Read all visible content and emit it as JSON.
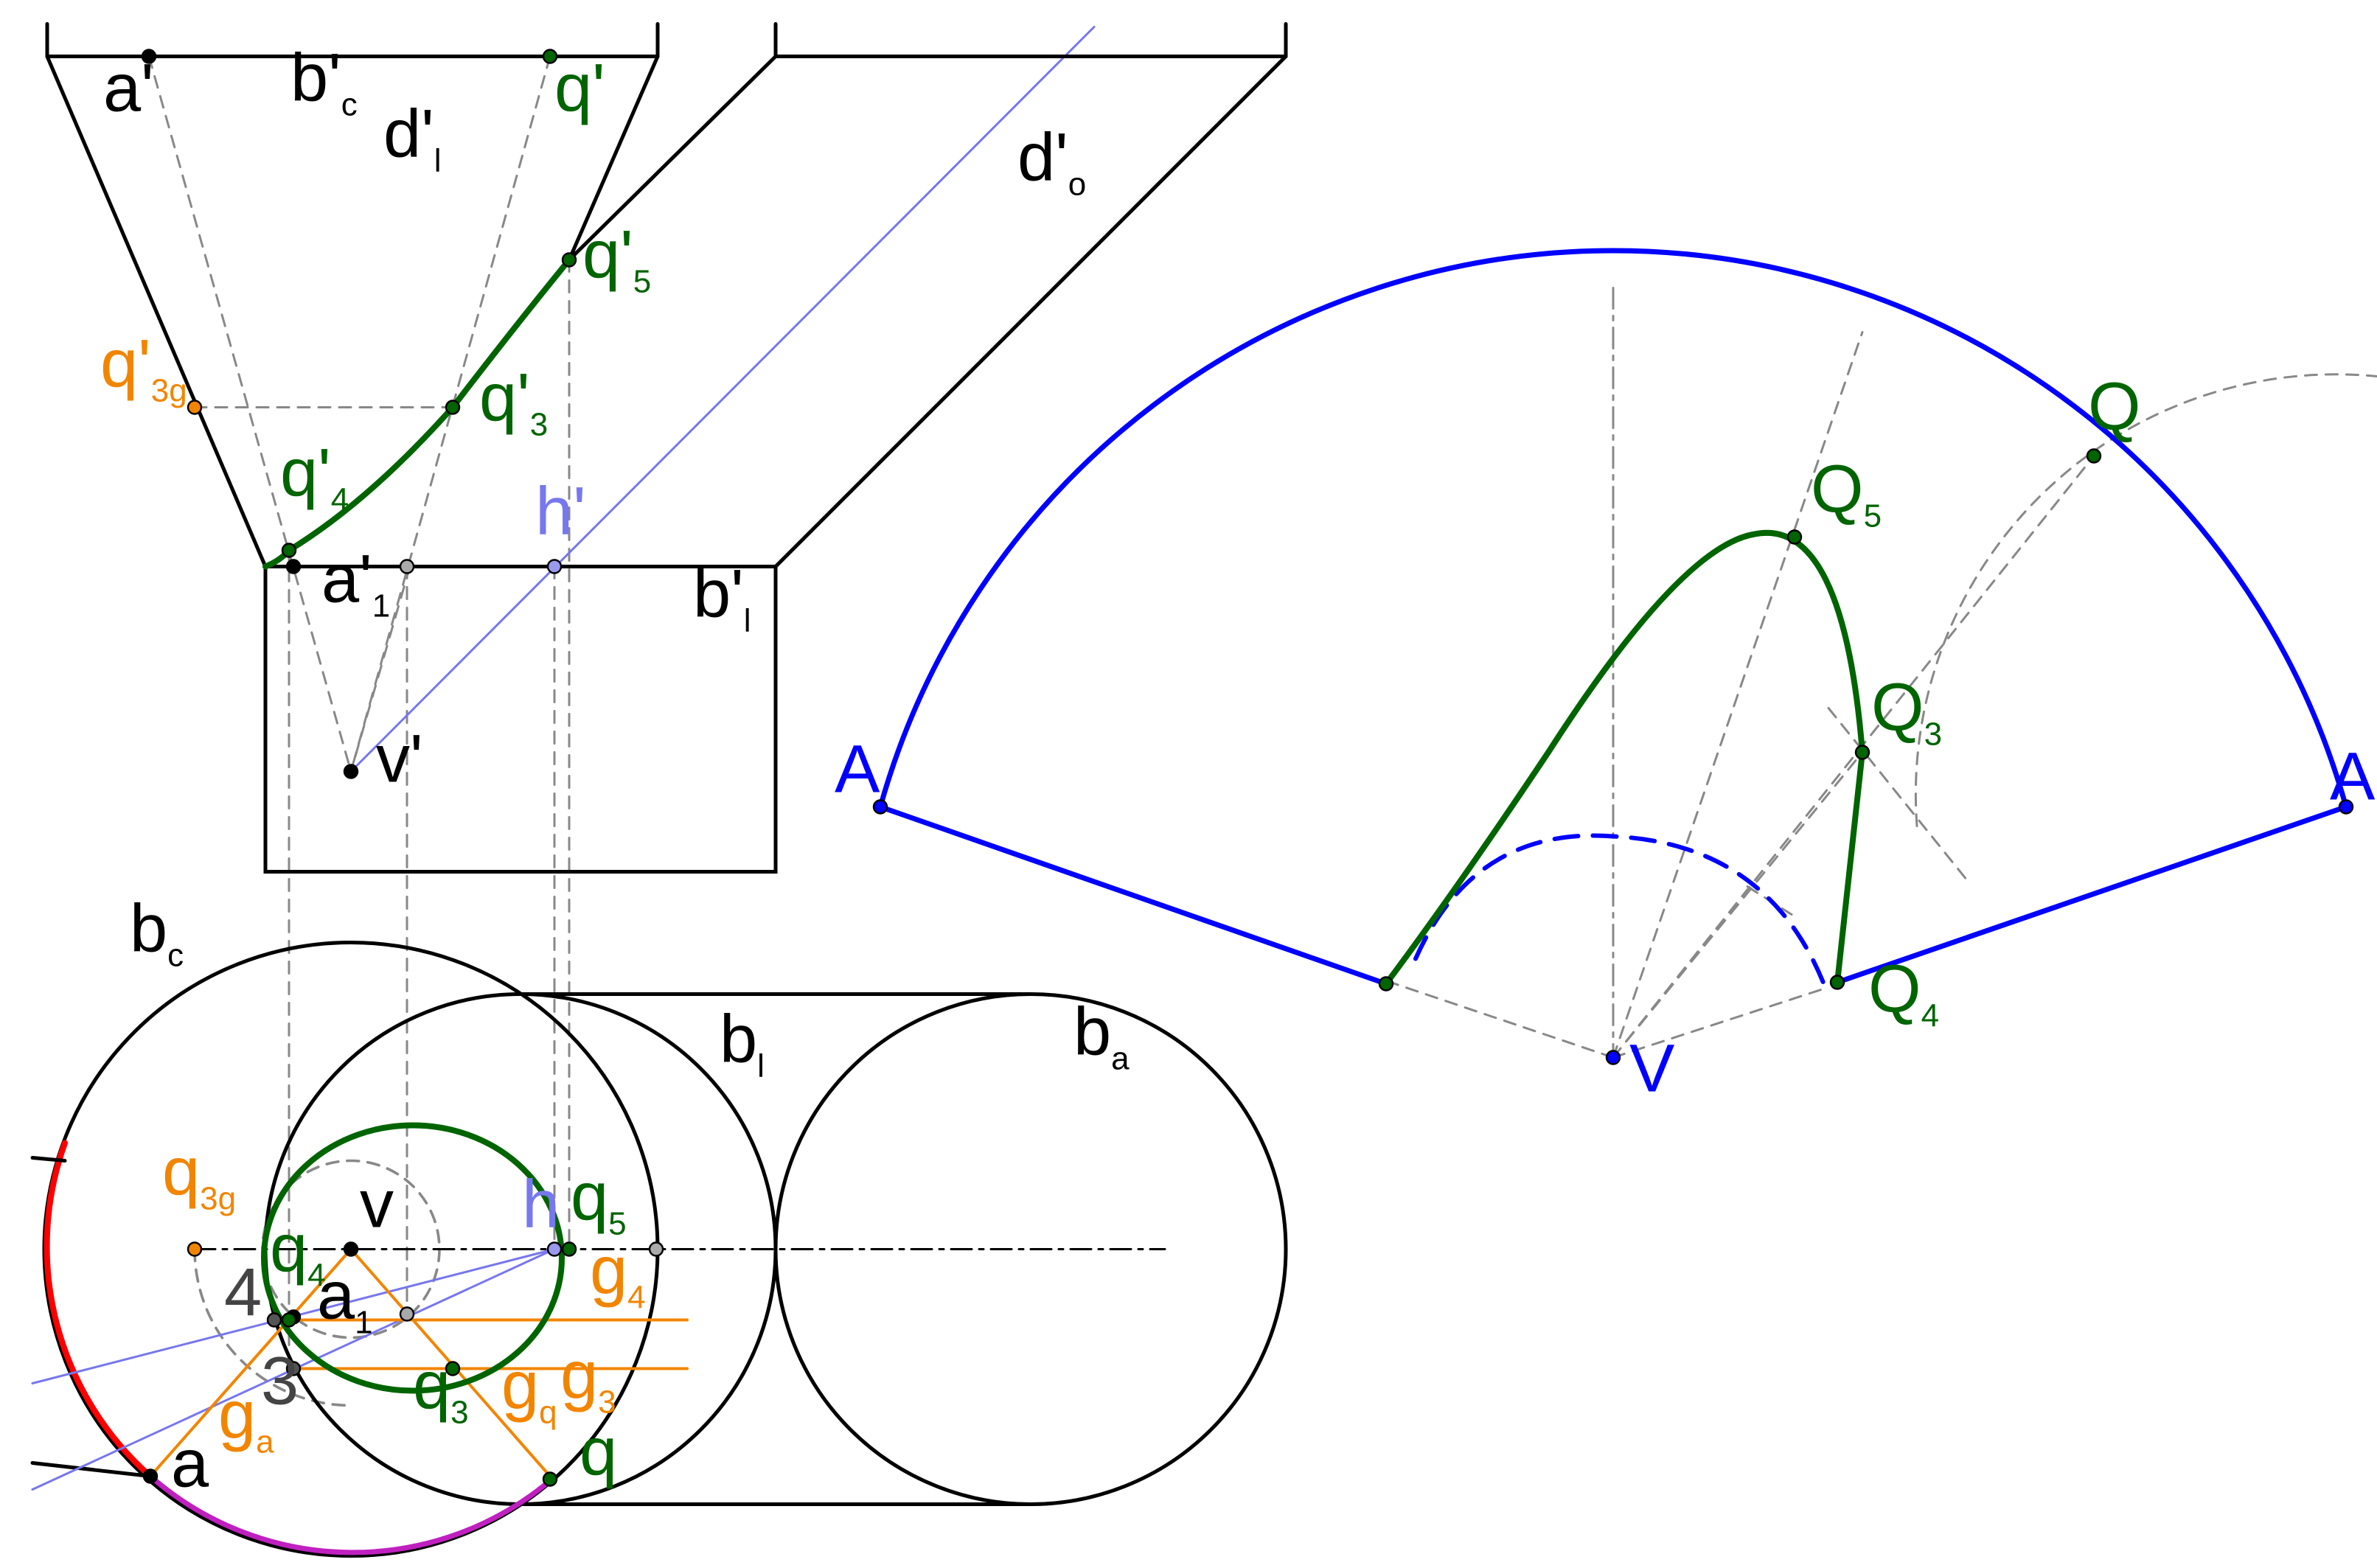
{
  "colors": {
    "black": "#000000",
    "green": "#006400",
    "orange": "#f28500",
    "blue": "#0000ff",
    "light_blue": "#7777ee",
    "red": "#ff0000",
    "magenta": "#c020c0",
    "gray": "#888888",
    "dark_gray": "#444444"
  },
  "labels": {
    "a_p": {
      "base": "a'",
      "sub": ""
    },
    "bc_p": {
      "base": "b'",
      "sub": "c"
    },
    "dl_p": {
      "base": "d'",
      "sub": "l"
    },
    "q_p": {
      "base": "q'",
      "sub": ""
    },
    "do_p": {
      "base": "d'",
      "sub": "o"
    },
    "q5_p": {
      "base": "q'",
      "sub": "5"
    },
    "q3g_p": {
      "base": "q'",
      "sub": "3g"
    },
    "q3_p": {
      "base": "q'",
      "sub": "3"
    },
    "q4_p": {
      "base": "q'",
      "sub": "4"
    },
    "h_p": {
      "base": "h'",
      "sub": ""
    },
    "a1_p": {
      "base": "a'",
      "sub": "1"
    },
    "bl_p": {
      "base": "b'",
      "sub": "l"
    },
    "v_p": {
      "base": "v'",
      "sub": ""
    },
    "bc": {
      "base": "b",
      "sub": "c"
    },
    "bl": {
      "base": "b",
      "sub": "l"
    },
    "ba": {
      "base": "b",
      "sub": "a"
    },
    "q3g": {
      "base": "q",
      "sub": "3g"
    },
    "v": {
      "base": "v",
      "sub": ""
    },
    "h": {
      "base": "h",
      "sub": ""
    },
    "q5": {
      "base": "q",
      "sub": "5"
    },
    "q4": {
      "base": "q",
      "sub": "4"
    },
    "n4": {
      "base": "4",
      "sub": ""
    },
    "a1": {
      "base": "a",
      "sub": "1"
    },
    "g4": {
      "base": "g",
      "sub": "4"
    },
    "n3": {
      "base": "3",
      "sub": ""
    },
    "q3": {
      "base": "q",
      "sub": "3"
    },
    "gq": {
      "base": "g",
      "sub": "q"
    },
    "g3": {
      "base": "g",
      "sub": "3"
    },
    "ga": {
      "base": "g",
      "sub": "a"
    },
    "a": {
      "base": "a",
      "sub": ""
    },
    "q": {
      "base": "q",
      "sub": ""
    },
    "A_left": {
      "base": "A",
      "sub": ""
    },
    "A_right": {
      "base": "A",
      "sub": ""
    },
    "Q": {
      "base": "Q",
      "sub": ""
    },
    "Q5": {
      "base": "Q",
      "sub": "5"
    },
    "Q3": {
      "base": "Q",
      "sub": "3"
    },
    "Q4": {
      "base": "Q",
      "sub": "4"
    },
    "V": {
      "base": "V",
      "sub": ""
    }
  }
}
